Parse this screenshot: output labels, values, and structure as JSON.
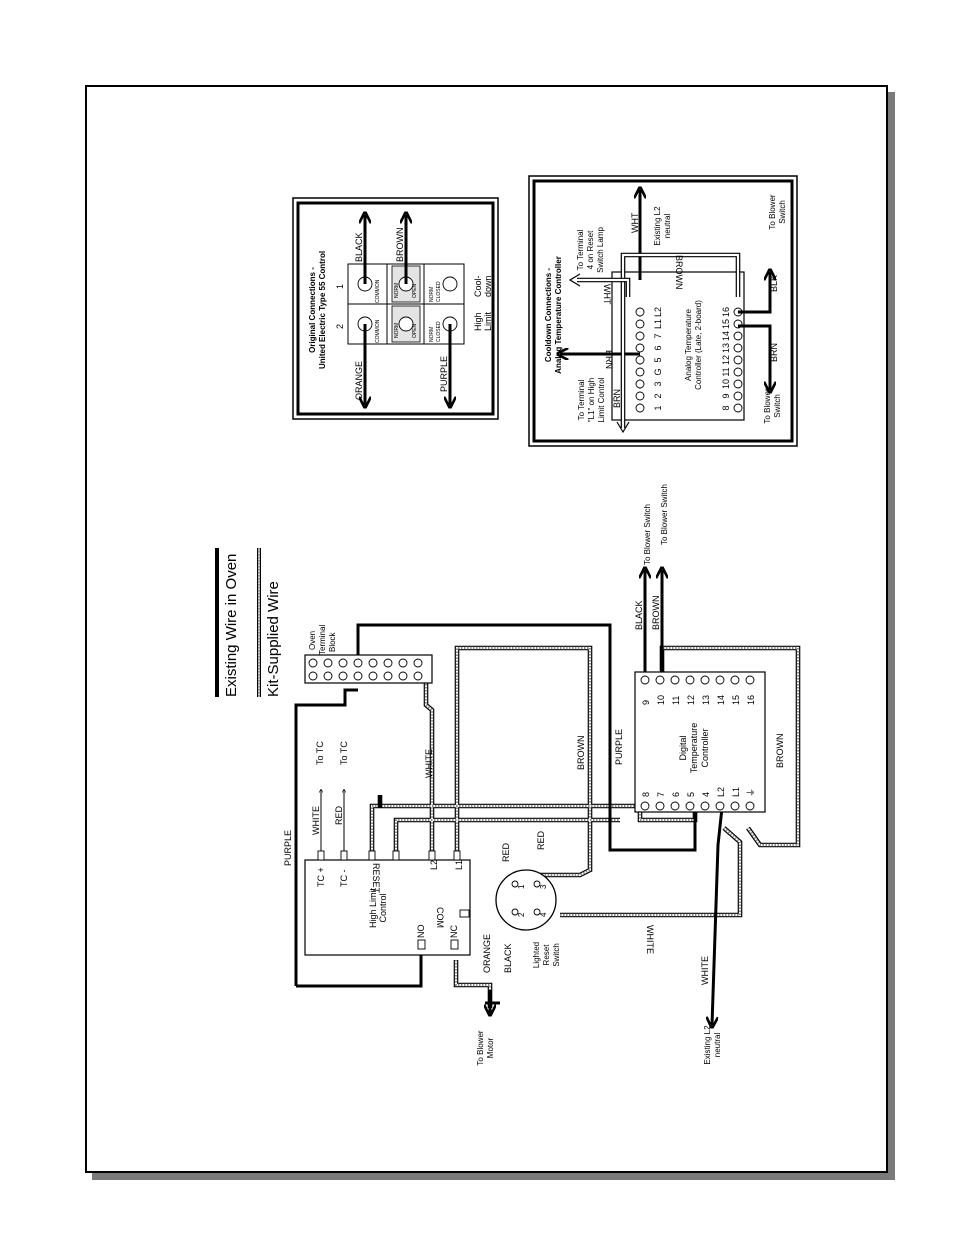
{
  "legend": {
    "existing_label": "Existing Wire in Oven",
    "kit_label": "Kit-Supplied Wire"
  },
  "terminal_block": {
    "label_lines": [
      "Oven",
      "Terminal",
      "Block"
    ]
  },
  "high_limit": {
    "label_lines": [
      "High Limit",
      "Control"
    ],
    "terminals": {
      "tc_plus": "TC +",
      "tc_minus": "TC -",
      "reset": "RESET",
      "l2": "L2",
      "l1": "L1",
      "com": "COM",
      "no": "NO",
      "nc": "NC"
    }
  },
  "reset_switch": {
    "label_lines": [
      "Lighted",
      "Reset",
      "Switch"
    ],
    "pins": [
      "1",
      "2",
      "3",
      "4"
    ]
  },
  "digital_controller": {
    "label_lines": [
      "Digital",
      "Temperature",
      "Controller"
    ],
    "left_terminals": [
      "8",
      "7",
      "6",
      "5",
      "4",
      "L2",
      "L1",
      "⏚"
    ],
    "right_terminals": [
      "9",
      "10",
      "11",
      "12",
      "13",
      "14",
      "15",
      "16"
    ]
  },
  "wire_labels": {
    "purple": "PURPLE",
    "white": "WHITE",
    "red": "RED",
    "black": "BLACK",
    "brown": "BROWN",
    "orange": "ORANGE",
    "to_tc": "To TC",
    "to_blower_switch": "To Blower Switch",
    "to_blower_motor_lines": [
      "To Blower",
      "Motor"
    ],
    "existing_l2_lines": [
      "Existing L2",
      "neutral"
    ]
  },
  "original_inset": {
    "title_lines": [
      "Original Connections -",
      "United Electric Type 55 Control"
    ],
    "col_numbers": [
      "2",
      "1"
    ],
    "contacts": {
      "common": "COMMON",
      "norm_open_lines": [
        "NORM",
        "OPEN"
      ],
      "norm_closed_lines": [
        "NORM",
        "CLOSED"
      ]
    },
    "wire_labels": {
      "orange": "ORANGE",
      "black": "BLACK",
      "purple": "PURPLE",
      "brown": "BROWN"
    },
    "bottom_labels": {
      "high_limit_lines": [
        "High",
        "Limit"
      ],
      "cooldown_lines": [
        "Cool-",
        "down"
      ]
    }
  },
  "cooldown_inset": {
    "title_lines": [
      "Cooldown Connections -",
      "Analog Temperature Controller"
    ],
    "top_row": [
      "1",
      "2",
      "3",
      "G",
      "5",
      "6",
      "7",
      "L1",
      "L2"
    ],
    "bottom_row": [
      "8",
      "9",
      "10",
      "11",
      "12",
      "13",
      "14",
      "15",
      "16"
    ],
    "controller_lines": [
      "Analog Temperature",
      "Controller (Late, 2-board)"
    ],
    "wire_labels": {
      "brn": "BRN",
      "wht": "WHT",
      "blk": "BLK",
      "brown": "BROWN"
    },
    "to_terminal_l1_lines": [
      "To Terminal",
      "\"L1\" on High",
      "Limit Control"
    ],
    "to_terminal_4_lines": [
      "To Terminal",
      "4 on Reset",
      "Switch Lamp"
    ],
    "existing_l2_lines": [
      "Existing L2",
      "neutral"
    ],
    "to_blower_lines": [
      "To Blower",
      "Switch"
    ]
  }
}
